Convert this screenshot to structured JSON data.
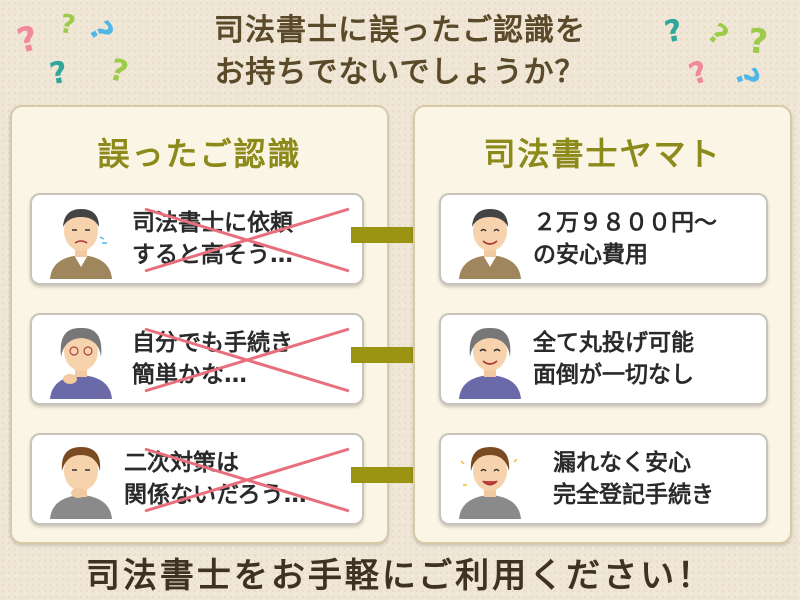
{
  "header": {
    "line1": "司法書士に誤ったご認識を",
    "line2": "お持ちでないでしょうか？"
  },
  "left_panel": {
    "title": "誤ったご認識",
    "items": [
      {
        "line1": "司法書士に依頼",
        "line2": "すると高そう…"
      },
      {
        "line1": "自分でも手続き",
        "line2": "簡単かな…"
      },
      {
        "line1": "二次対策は",
        "line2": "関係ないだろう…"
      }
    ]
  },
  "right_panel": {
    "title": "司法書士ヤマト",
    "items": [
      {
        "line1": "２万９８００円～",
        "line2": "の安心費用"
      },
      {
        "line1": "全て丸投げ可能",
        "line2": "面倒が一切なし"
      },
      {
        "line1": "漏れなく安心",
        "line2": "完全登記手続き"
      }
    ]
  },
  "footer": {
    "text": "司法書士をお手軽にご利用ください！"
  },
  "decor": {
    "question_mark": "?",
    "colors": {
      "pink": "#f08a9a",
      "blue": "#4fb6e6",
      "green": "#9ccc4a",
      "teal": "#2fa79a",
      "olive_arrow": "#9a9412",
      "cross_red": "#e8707e"
    }
  }
}
